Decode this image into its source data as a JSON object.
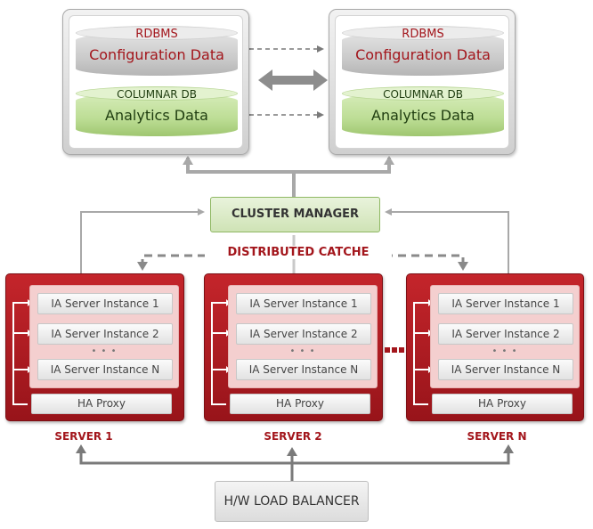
{
  "databases": [
    {
      "rdbms_label": "RDBMS",
      "rdbms_name": "Configuration Data",
      "columnar_label": "COLUMNAR DB",
      "columnar_name": "Analytics Data"
    },
    {
      "rdbms_label": "RDBMS",
      "rdbms_name": "Configuration Data",
      "columnar_label": "COLUMNAR DB",
      "columnar_name": "Analytics Data"
    }
  ],
  "cluster_manager": "CLUSTER MANAGER",
  "distributed_cache": "DISTRIBUTED CATCHE",
  "servers": [
    {
      "name": "SERVER 1",
      "instances": [
        "IA Server Instance 1",
        "IA Server Instance 2",
        "IA Server Instance N"
      ],
      "dots": "• • •",
      "proxy": "HA Proxy"
    },
    {
      "name": "SERVER 2",
      "instances": [
        "IA Server Instance 1",
        "IA Server Instance 2",
        "IA Server Instance N"
      ],
      "dots": "• • •",
      "proxy": "HA Proxy"
    },
    {
      "name": "SERVER N",
      "instances": [
        "IA Server Instance 1",
        "IA Server Instance 2",
        "IA Server Instance N"
      ],
      "dots": "• • •",
      "proxy": "HA Proxy"
    }
  ],
  "load_balancer": "H/W LOAD BALANCER",
  "colors": {
    "accent_red": "#a3161c",
    "server_red": "#b51d23",
    "green": "#bcdd94",
    "connector_gray": "#9a9a9a"
  }
}
